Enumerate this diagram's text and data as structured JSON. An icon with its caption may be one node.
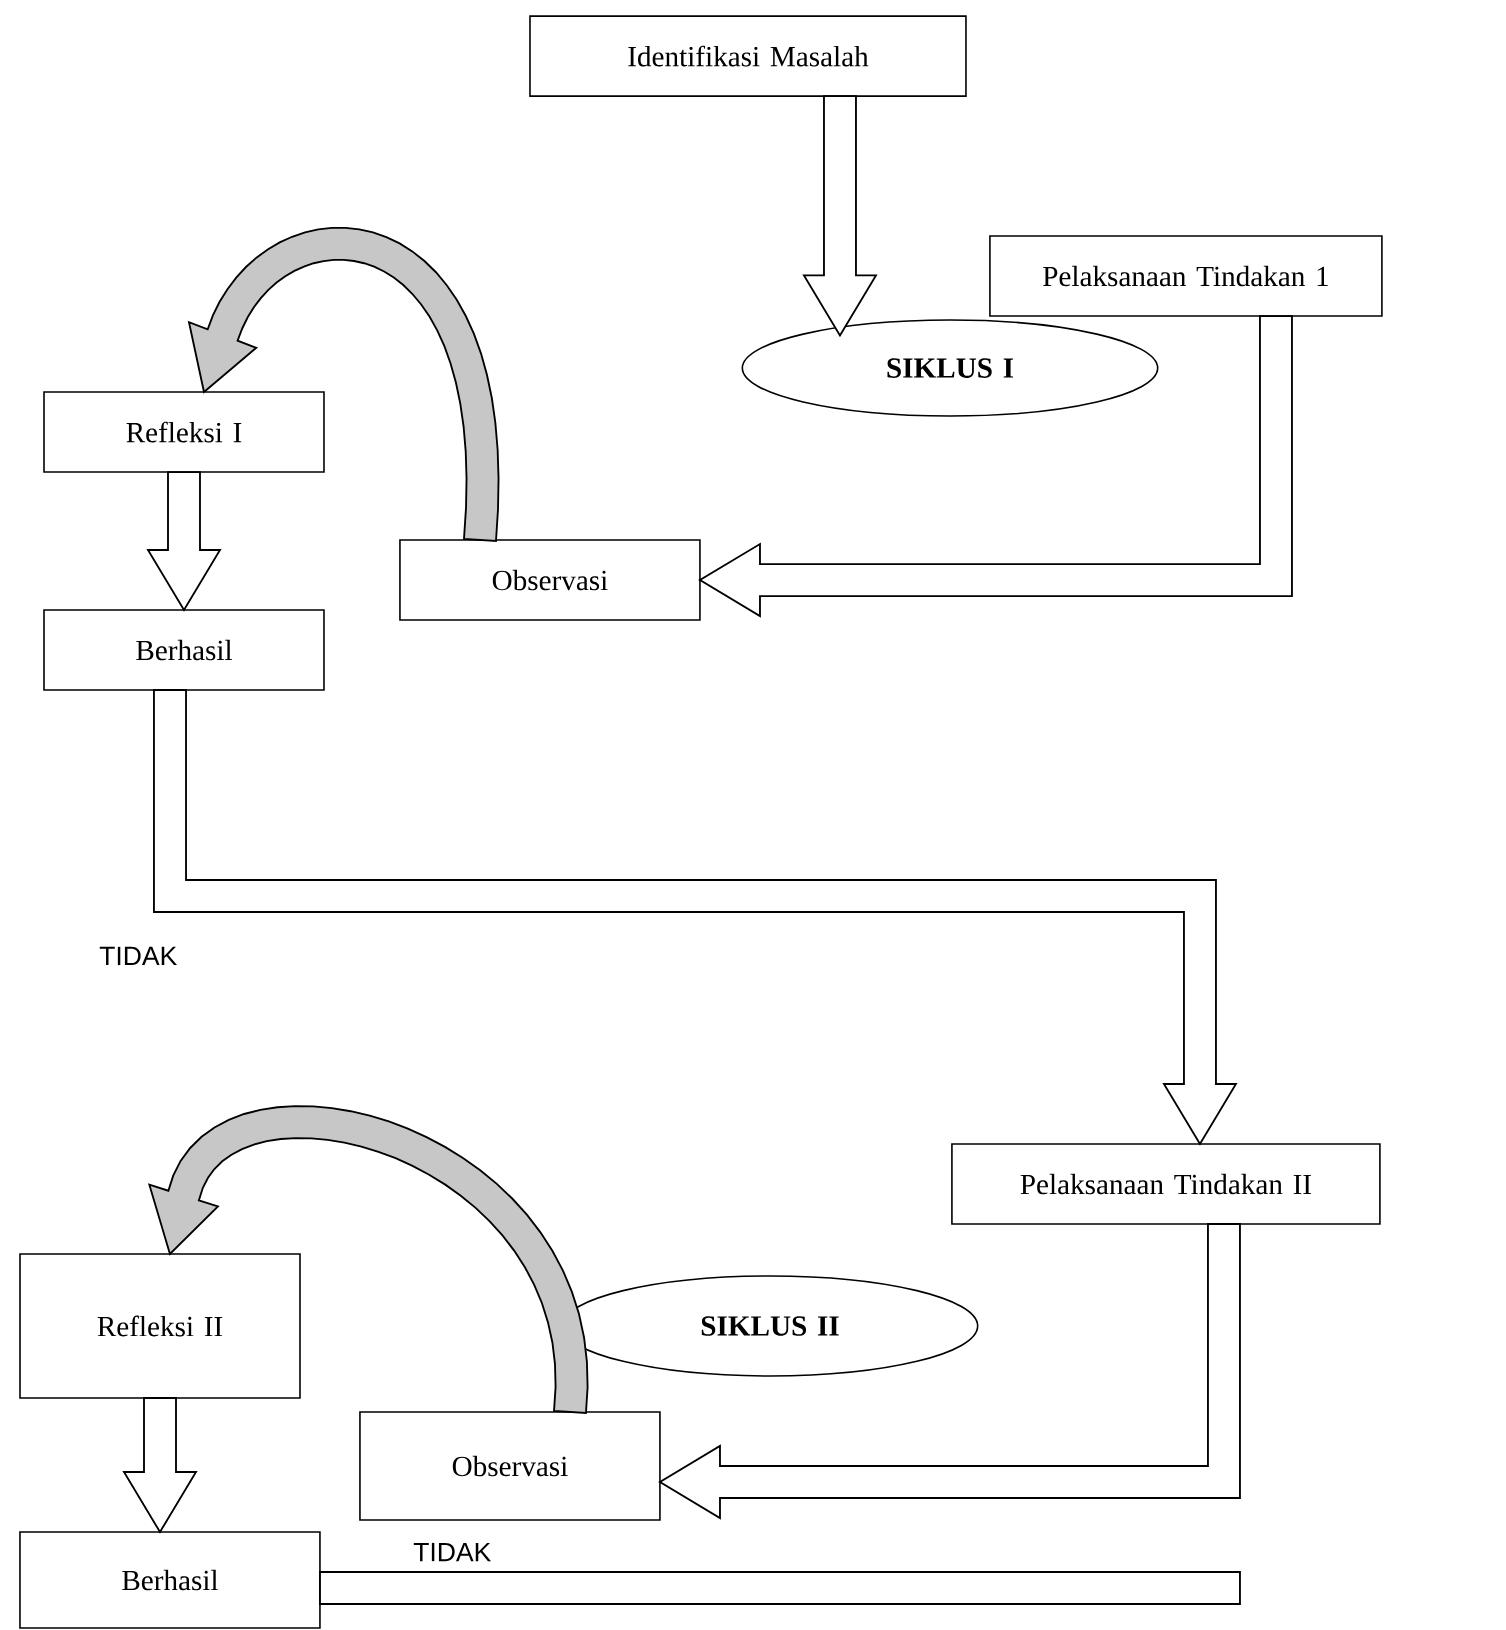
{
  "diagram": {
    "nodes": [
      {
        "text": [
          "Identifikasi Masalah"
        ]
      },
      {
        "text": [
          "SIKLUS I"
        ]
      },
      {
        "text": [
          "Pelaksanaan Tindakan 1"
        ]
      },
      {
        "text": [
          "Refleksi I"
        ]
      },
      {
        "text": [
          "Observasi"
        ]
      },
      {
        "text": [
          "Berhasil"
        ]
      },
      {
        "text": [
          "Pelaksanaan Tindakan II"
        ]
      },
      {
        "text": [
          "SIKLUS II"
        ]
      },
      {
        "text": [
          "Refleksi II"
        ]
      },
      {
        "text": [
          "Observasi"
        ]
      },
      {
        "text": [
          "Berhasil"
        ]
      }
    ],
    "edges": [
      {
        "from": 0,
        "to": 1,
        "arrow": "to"
      },
      {
        "from": 2,
        "to": 4,
        "arrow": "to"
      },
      {
        "from": 4,
        "to": 3,
        "arrow": "to"
      },
      {
        "from": 3,
        "to": 5,
        "arrow": "to"
      },
      {
        "from": 5,
        "to": 6,
        "arrow": "to"
      },
      {
        "from": 6,
        "to": 9,
        "arrow": "to"
      },
      {
        "from": 9,
        "to": 8,
        "arrow": "to"
      },
      {
        "from": 8,
        "to": 10,
        "arrow": "to"
      },
      {
        "from": 10,
        "to": null,
        "arrow": "none"
      }
    ],
    "labels": [
      "TIDAK",
      "TIDAK"
    ]
  }
}
